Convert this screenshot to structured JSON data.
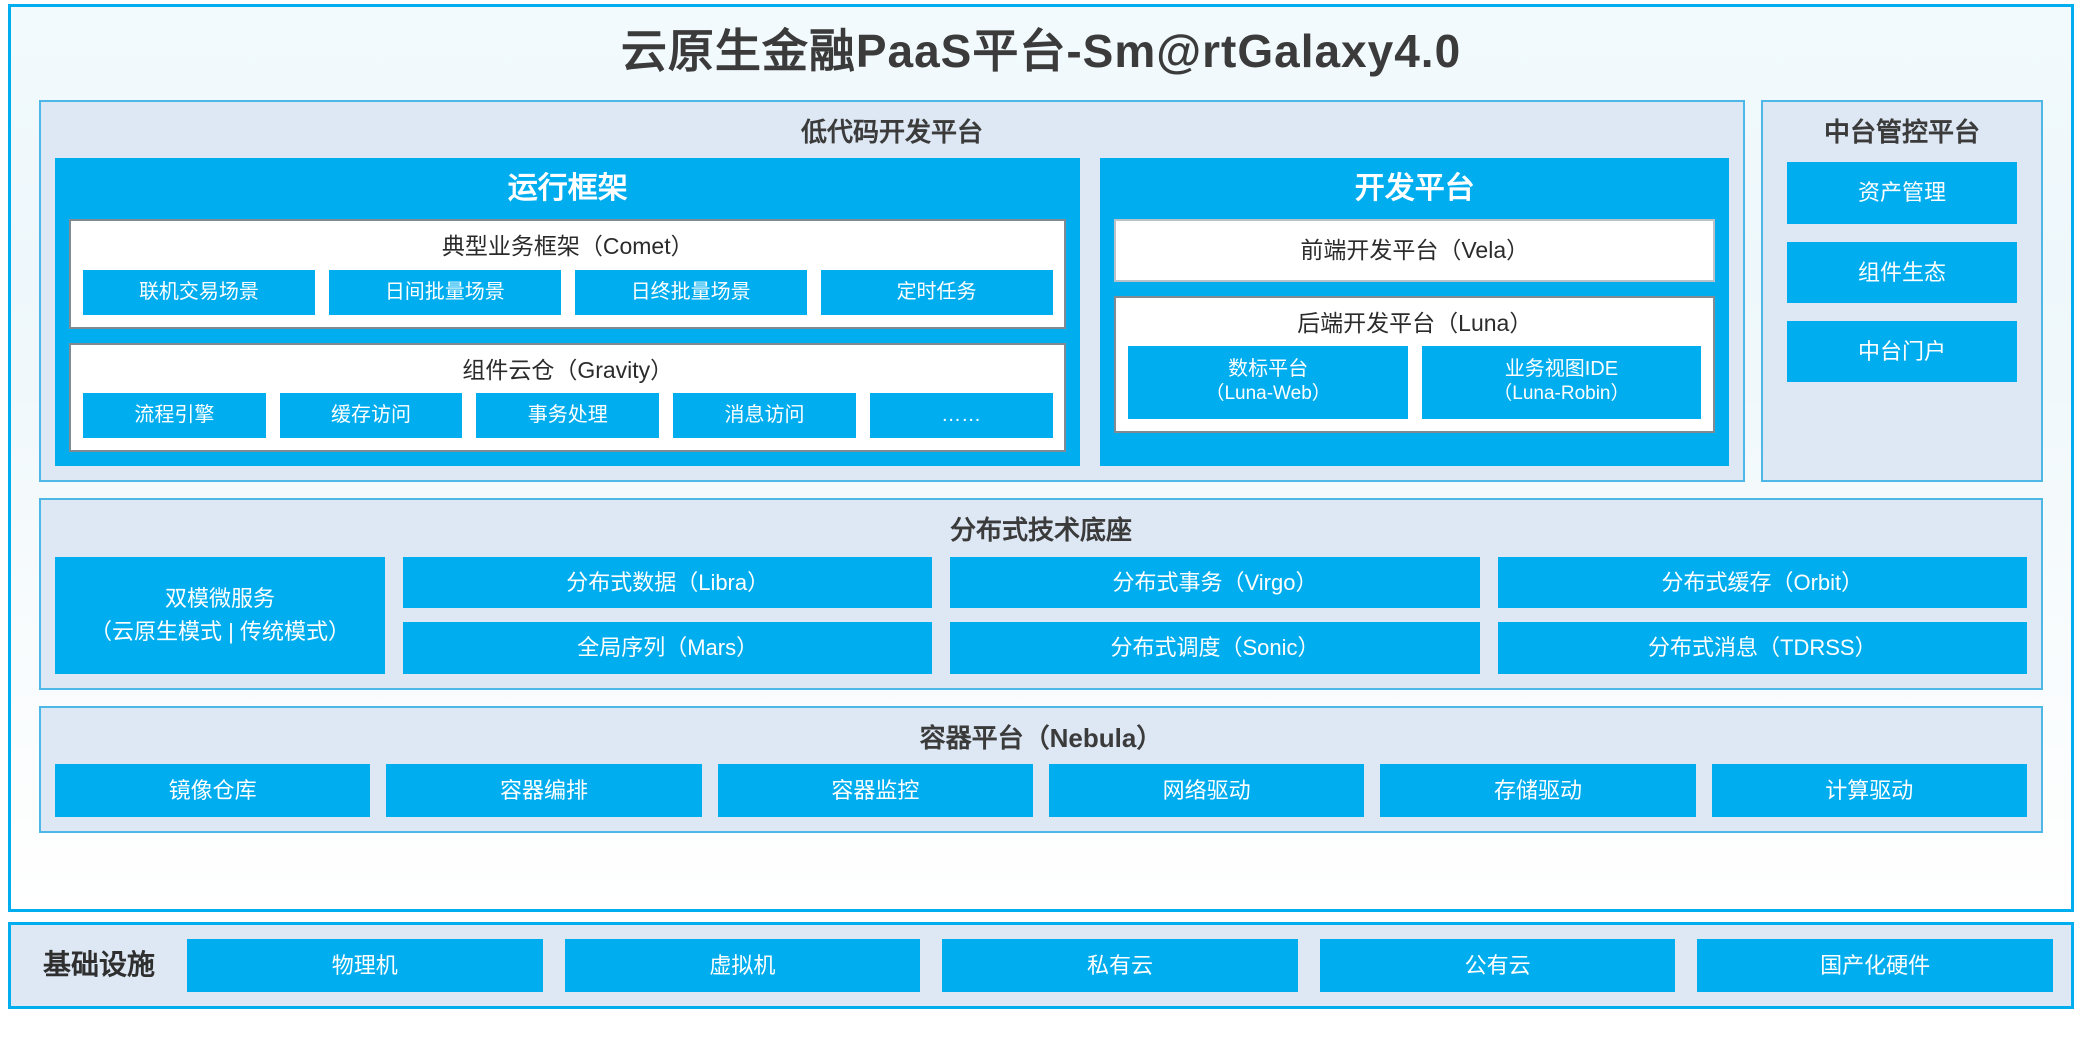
{
  "title": "云原生金融PaaS平台-Sm@rtGalaxy4.0",
  "colors": {
    "accent": "#00AEEF",
    "panel_bg": "#dde8f4",
    "panel_border": "#4db8e8",
    "text_dark": "#3b3b3b"
  },
  "lowcode": {
    "title": "低代码开发平台",
    "runtime": {
      "title": "运行框架",
      "comet": {
        "title": "典型业务框架（Comet）",
        "items": [
          "联机交易场景",
          "日间批量场景",
          "日终批量场景",
          "定时任务"
        ]
      },
      "gravity": {
        "title": "组件云仓（Gravity）",
        "items": [
          "流程引擎",
          "缓存访问",
          "事务处理",
          "消息访问",
          "……"
        ]
      }
    },
    "dev": {
      "title": "开发平台",
      "frontend": "前端开发平台（Vela）",
      "backend": {
        "title": "后端开发平台（Luna）",
        "items": [
          {
            "name": "数标平台",
            "code": "（Luna-Web）"
          },
          {
            "name": "业务视图IDE",
            "code": "（Luna-Robin）"
          }
        ]
      }
    }
  },
  "management": {
    "title": "中台管控平台",
    "items": [
      "资产管理",
      "组件生态",
      "中台门户"
    ]
  },
  "tech_base": {
    "title": "分布式技术底座",
    "microservice": {
      "line1": "双模微服务",
      "line2": "（云原生模式 | 传统模式）"
    },
    "columns": [
      [
        "分布式数据（Libra）",
        "全局序列（Mars）"
      ],
      [
        "分布式事务（Virgo）",
        "分布式调度（Sonic）"
      ],
      [
        "分布式缓存（Orbit）",
        "分布式消息（TDRSS）"
      ]
    ]
  },
  "container": {
    "title": "容器平台（Nebula）",
    "items": [
      "镜像仓库",
      "容器编排",
      "容器监控",
      "网络驱动",
      "存储驱动",
      "计算驱动"
    ]
  },
  "infrastructure": {
    "label": "基础设施",
    "items": [
      "物理机",
      "虚拟机",
      "私有云",
      "公有云",
      "国产化硬件"
    ]
  }
}
